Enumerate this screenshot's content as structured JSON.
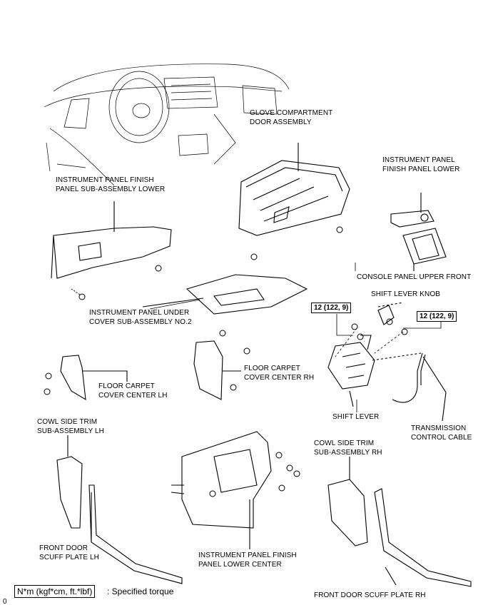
{
  "labels": {
    "glove_box": "GLOVE COMPARTMENT\nDOOR ASSEMBLY",
    "ip_finish_lower": "INSTRUMENT PANEL\nFINISH PANEL LOWER",
    "ip_finish_sub_lower": "INSTRUMENT PANEL FINISH\nPANEL SUB-ASSEMBLY LOWER",
    "console_upper_front": "CONSOLE PANEL UPPER FRONT",
    "shift_knob": "SHIFT LEVER KNOB",
    "under_cover": "INSTRUMENT PANEL UNDER\nCOVER SUB-ASSEMBLY NO.2",
    "carpet_rh": "FLOOR CARPET\nCOVER CENTER RH",
    "carpet_lh": "FLOOR CARPET\nCOVER CENTER LH",
    "shift_lever": "SHIFT LEVER",
    "trans_cable": "TRANSMISSION\nCONTROL CABLE",
    "cowl_lh": "COWL SIDE TRIM\nSUB-ASSEMBLY LH",
    "cowl_rh": "COWL SIDE TRIM\nSUB-ASSEMBLY RH",
    "scuff_lh": "FRONT DOOR\nSCUFF PLATE LH",
    "ip_finish_center": "INSTRUMENT PANEL FINISH\nPANEL LOWER CENTER",
    "scuff_rh": "FRONT DOOR SCUFF PLATE RH"
  },
  "torque": {
    "left": "12 (122, 9)",
    "right": "12 (122, 9)"
  },
  "legend": {
    "box": "N*m (kgf*cm, ft.*lbf)",
    "text": ": Specified torque"
  },
  "corner_mark": "0"
}
